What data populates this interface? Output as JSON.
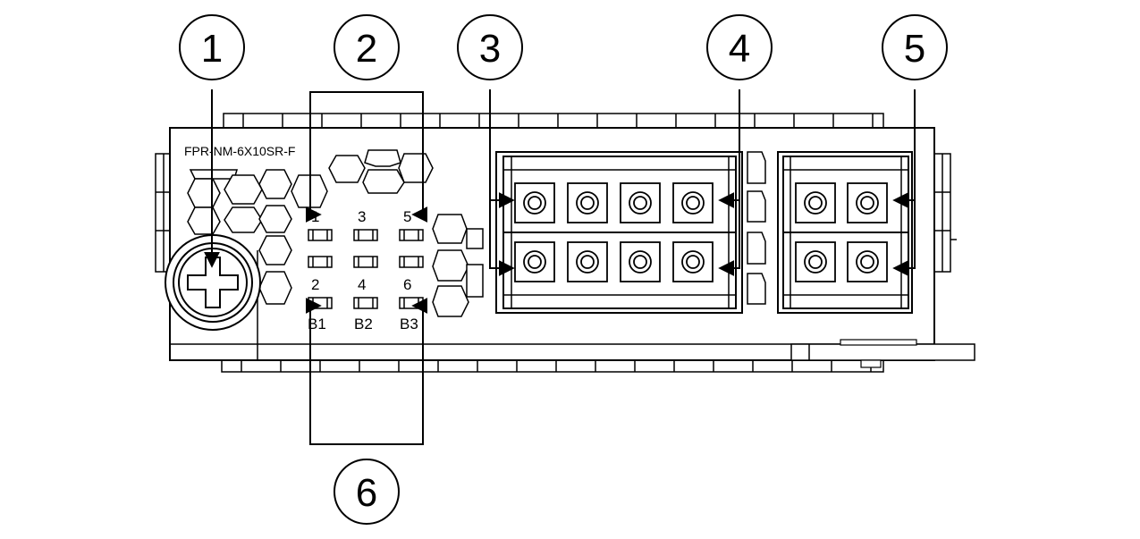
{
  "module": {
    "model": "FPR-NM-6X10SR-F"
  },
  "leds": {
    "row_top": [
      "1",
      "3",
      "5"
    ],
    "row_mid": [
      "2",
      "4",
      "6"
    ],
    "row_bottom": [
      "B1",
      "B2",
      "B3"
    ]
  },
  "callouts": [
    "1",
    "2",
    "3",
    "4",
    "5",
    "6"
  ],
  "colors": {
    "line": "#000000",
    "background": "#ffffff"
  }
}
